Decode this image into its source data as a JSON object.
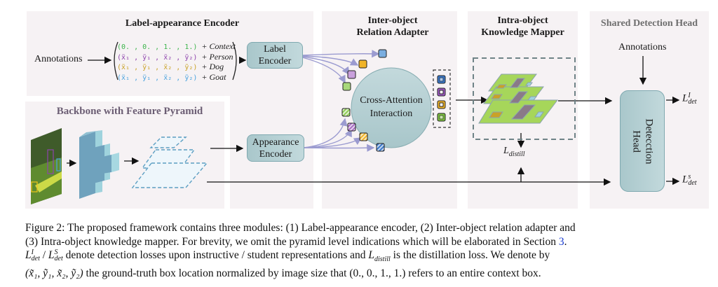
{
  "panels": {
    "label_appearance": {
      "title": "Label-appearance Encoder"
    },
    "backbone": {
      "title": "Backbone with Feature Pyramid"
    },
    "inter_object": {
      "title_line1": "Inter-object",
      "title_line2": "Relation Adapter"
    },
    "intra_object": {
      "title_line1": "Intra-object",
      "title_line2": "Knowledge Mapper"
    },
    "shared_head": {
      "title": "Shared Detection Head"
    }
  },
  "annotations_left": "Annotations",
  "annotations_right": "Annotations",
  "label_matrix": [
    {
      "coords": "(0. , 0. , 1. , 1.)",
      "label": "+ Context",
      "color": "#3cb44b"
    },
    {
      "coords": "(x̃₁ , ỹ₁ , x̃₂ , ỹ₂)",
      "label": "+ Person",
      "color": "#8e44ad"
    },
    {
      "coords": "(x̃₁ , ỹ₁ , x̃₂ , ỹ₂)",
      "label": "+ Dog",
      "color": "#c9a227"
    },
    {
      "coords": "(x̃₁ , ỹ₁ , x̃₂ , ỹ₂)",
      "label": "+ Goat",
      "color": "#4aa3df"
    }
  ],
  "label_encoder": {
    "line1": "Label",
    "line2": "Encoder"
  },
  "appearance_encoder": {
    "line1": "Appearance",
    "line2": "Encoder"
  },
  "cross_attention": {
    "line1": "Cross-Attention",
    "line2": "Interaction"
  },
  "detection_head": {
    "line1": "Detecction",
    "line2": "Head"
  },
  "losses": {
    "distill": {
      "base": "L",
      "sub": "distill"
    },
    "det_instructive": {
      "base": "L",
      "sup": "I",
      "sub": "det"
    },
    "det_student": {
      "base": "L",
      "sup": "s",
      "sub": "det"
    }
  },
  "token_colors": [
    "#3a78c9",
    "#a05bc4",
    "#f0b429",
    "#7fc241"
  ],
  "caption": {
    "line1": "Figure 2: The proposed framework contains three modules: (1) Label-appearance encoder, (2) Inter-object relation adapter and",
    "line2a": "(3) Intra-object knowledge mapper. For brevity, we omit the pyramid level indications which will be elaborated in Section ",
    "line2_ref": "3",
    "line2b": ".",
    "line3": "L^I_det / L^S_det denote detection losses upon instructive / student representations and L_distill is the distillation loss. We denote by",
    "line3_l1": "L",
    "line3_sup1": "I",
    "line3_sub1": "det",
    "line3_sep": " / ",
    "line3_l2": "L",
    "line3_sup2": "S",
    "line3_sub2": "det",
    "line3_mid": " denote detection losses upon instructive / student representations and ",
    "line3_l3": "L",
    "line3_sub3": "distill",
    "line3_end": " is the distillation loss. We denote by",
    "line4a": "(x̃₁, ỹ₁, x̃₂, ỹ₂)",
    "line4b": " the ground-truth box location normalized by image size that ",
    "line4c": "(0., 0., 1., 1.)",
    "line4d": " refers to an entire context box."
  }
}
